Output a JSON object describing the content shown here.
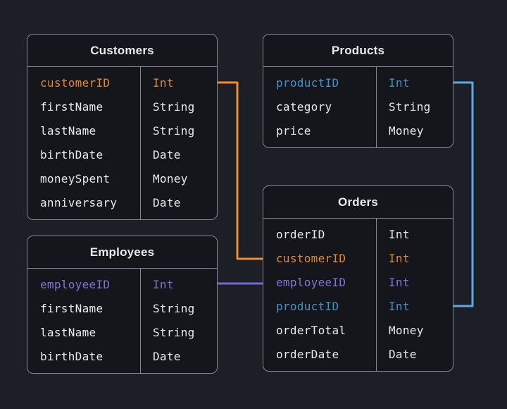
{
  "colors": {
    "background": "#1d1f26",
    "table_bg": "#14161c",
    "table_border": "#82868f",
    "text": "#e9eaec",
    "orange": "#e5862f",
    "orange_line": "#ee8c2f",
    "purple": "#7e74d4",
    "purple_line": "#7569d6",
    "blue": "#4491c9",
    "blue_line": "#5cabe4"
  },
  "tables": {
    "customers": {
      "title": "Customers",
      "rows": [
        {
          "name": "customerID",
          "type": "Int"
        },
        {
          "name": "firstName",
          "type": "String"
        },
        {
          "name": "lastName",
          "type": "String"
        },
        {
          "name": "birthDate",
          "type": "Date"
        },
        {
          "name": "moneySpent",
          "type": "Money"
        },
        {
          "name": "anniversary",
          "type": "Date"
        }
      ]
    },
    "products": {
      "title": "Products",
      "rows": [
        {
          "name": "productID",
          "type": "Int"
        },
        {
          "name": "category",
          "type": "String"
        },
        {
          "name": "price",
          "type": "Money"
        }
      ]
    },
    "orders": {
      "title": "Orders",
      "rows": [
        {
          "name": "orderID",
          "type": "Int"
        },
        {
          "name": "customerID",
          "type": "Int"
        },
        {
          "name": "employeeID",
          "type": "Int"
        },
        {
          "name": "productID",
          "type": "Int"
        },
        {
          "name": "orderTotal",
          "type": "Money"
        },
        {
          "name": "orderDate",
          "type": "Date"
        }
      ]
    },
    "employees": {
      "title": "Employees",
      "rows": [
        {
          "name": "employeeID",
          "type": "Int"
        },
        {
          "name": "firstName",
          "type": "String"
        },
        {
          "name": "lastName",
          "type": "String"
        },
        {
          "name": "birthDate",
          "type": "Date"
        }
      ]
    }
  },
  "relations": [
    {
      "from": "Customers.customerID",
      "to": "Orders.customerID",
      "color": "#ee8c2f"
    },
    {
      "from": "Employees.employeeID",
      "to": "Orders.employeeID",
      "color": "#7569d6"
    },
    {
      "from": "Products.productID",
      "to": "Orders.productID",
      "color": "#5cabe4"
    }
  ]
}
